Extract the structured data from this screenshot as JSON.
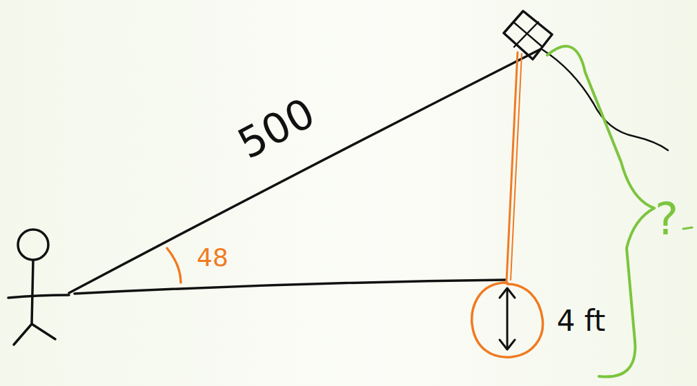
{
  "diagram": {
    "labels": [
      "500",
      "48",
      "4 ft",
      "?"
    ]
  }
}
